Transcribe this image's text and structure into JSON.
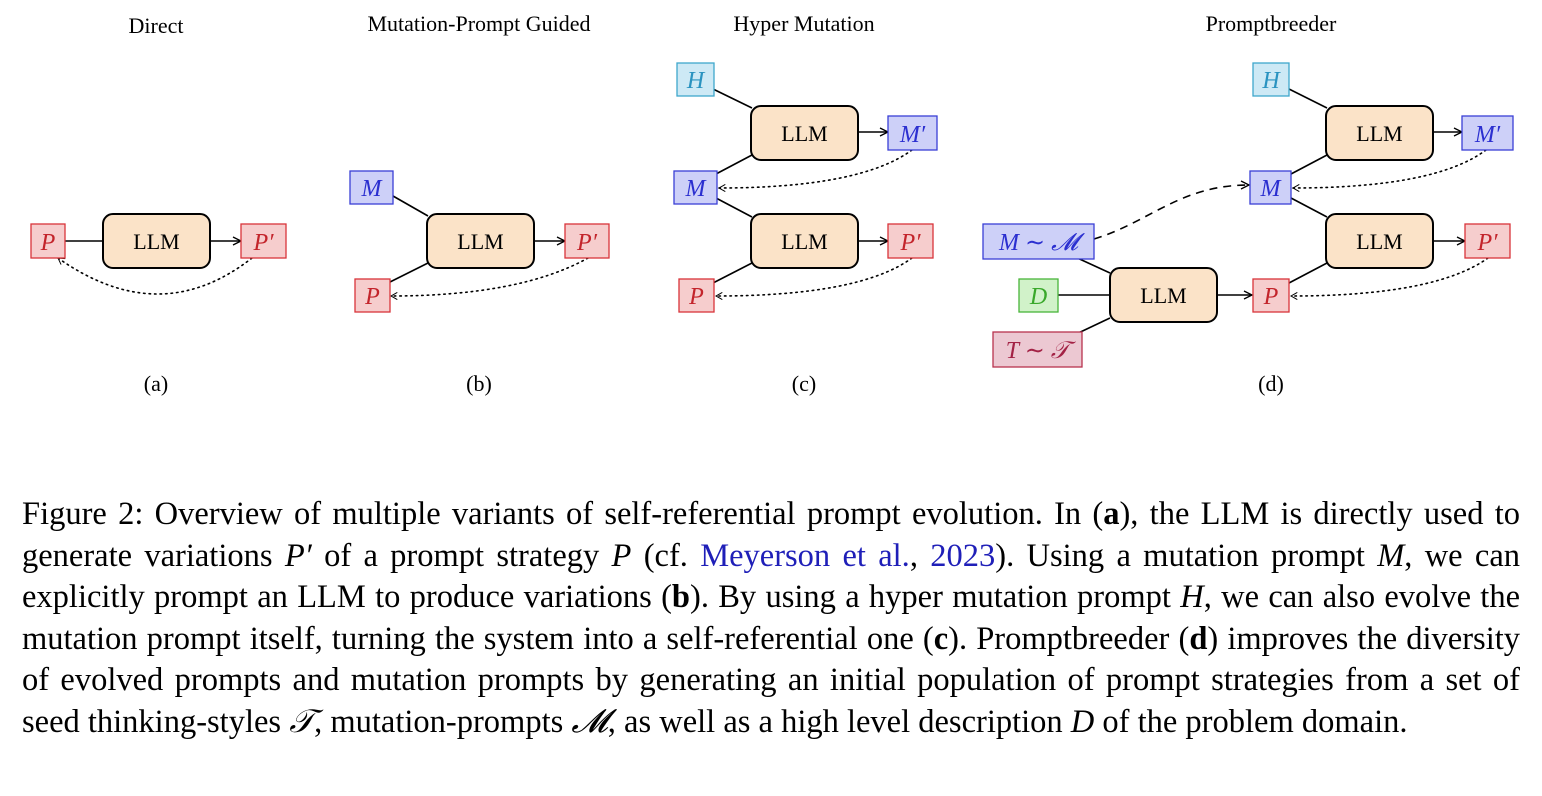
{
  "panels": [
    {
      "title": "Direct",
      "label": "(a)"
    },
    {
      "title": "Mutation-Prompt Guided",
      "label": "(b)"
    },
    {
      "title": "Hyper Mutation",
      "label": "(c)"
    },
    {
      "title": "Promptbreeder",
      "label": "(d)"
    }
  ],
  "nodes": {
    "llm": "LLM",
    "p": "P",
    "p_prime": "P′",
    "m": "M",
    "m_prime": "M′",
    "h": "H",
    "d": "D",
    "m_sample": "M ∼ 𝓜",
    "t_sample": "T ∼ 𝒯"
  },
  "caption": {
    "s1": "Figure 2:  Overview of multiple variants of self-referential prompt evolution.  In (",
    "s1b": "a",
    "s2": "), the LLM is directly used to generate variations ",
    "s2m": "P′",
    "s3": " of a prompt strategy ",
    "s3m": "P",
    "s4": " (cf. ",
    "cite_author": "Meyerson et al.",
    "s5": ", ",
    "cite_year": "2023",
    "s6": ").  Using a mutation prompt ",
    "s6m": "M",
    "s7": ", we can explicitly prompt an LLM to produce variations (",
    "s7b": "b",
    "s8": ").  By using a hyper mutation prompt ",
    "s8m": "H",
    "s9": ", we can also evolve the mutation prompt itself, turning the system into a self-referential one (",
    "s9b": "c",
    "s10": "). Promptbreeder (",
    "s10b": "d",
    "s11": ") improves the diversity of evolved prompts and mutation prompts by generating an initial population of prompt strategies from a set of seed thinking-styles ",
    "s11m": "𝒯",
    "s12": ", mutation-prompts ",
    "s12m": "𝓜",
    "s13": ", as well as a high level description ",
    "s13m": "D",
    "s14": " of the problem domain."
  },
  "colors": {
    "llm_fill": "#fbe3c8",
    "p_fill": "#f6cdcd",
    "p_stroke": "#d9343a",
    "p_text": "#c3242b",
    "m_fill": "#cdd0f8",
    "m_stroke": "#3a3fd6",
    "m_text": "#2b2fd0",
    "h_fill": "#cde9f5",
    "h_stroke": "#3fa7cc",
    "h_text": "#2a93c0",
    "d_fill": "#d1f2c9",
    "d_stroke": "#49b53a",
    "d_text": "#39a82a",
    "t_fill": "#ecc8d2",
    "t_stroke": "#b8334f",
    "t_text": "#a32245",
    "citation": "#1f1fb8"
  }
}
